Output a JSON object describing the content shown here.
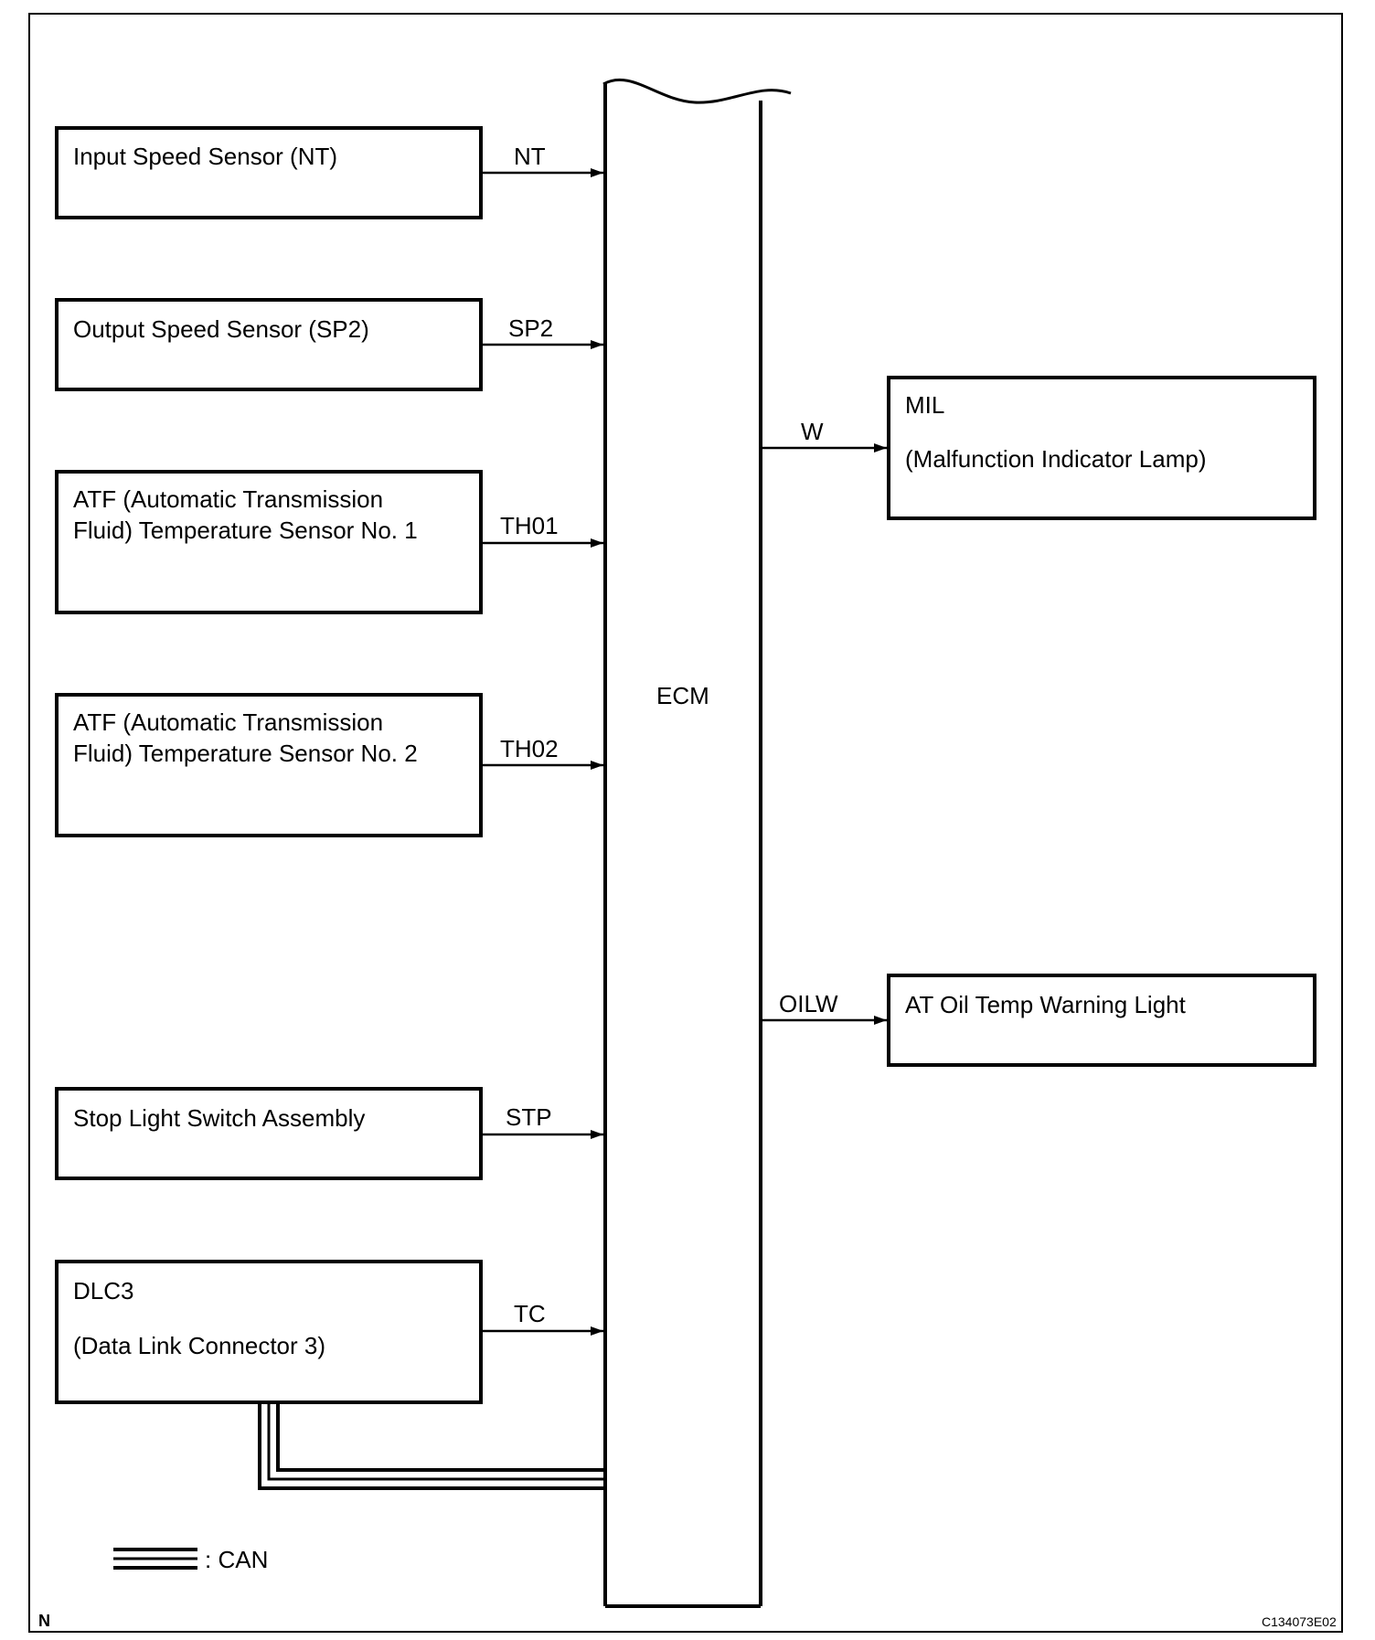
{
  "diagram": {
    "ecm_label": "ECM",
    "inputs": [
      {
        "lines": [
          "Input Speed Sensor (NT)"
        ],
        "signal": "NT"
      },
      {
        "lines": [
          "Output Speed Sensor (SP2)"
        ],
        "signal": "SP2"
      },
      {
        "lines": [
          "ATF (Automatic Transmission",
          "Fluid) Temperature Sensor No. 1"
        ],
        "signal": "TH01"
      },
      {
        "lines": [
          "ATF (Automatic Transmission",
          "Fluid) Temperature Sensor No. 2"
        ],
        "signal": "TH02"
      },
      {
        "lines": [
          "Stop Light Switch Assembly"
        ],
        "signal": "STP"
      },
      {
        "lines": [
          "DLC3",
          "(Data Link Connector 3)"
        ],
        "signal": "TC"
      }
    ],
    "outputs": [
      {
        "lines": [
          "MIL",
          "(Malfunction Indicator Lamp)"
        ],
        "signal": "W"
      },
      {
        "lines": [
          "AT Oil Temp Warning Light"
        ],
        "signal": "OILW"
      }
    ],
    "legend": {
      "label": ": CAN"
    },
    "corner_mark": "N",
    "figure_code": "C134073E02"
  }
}
